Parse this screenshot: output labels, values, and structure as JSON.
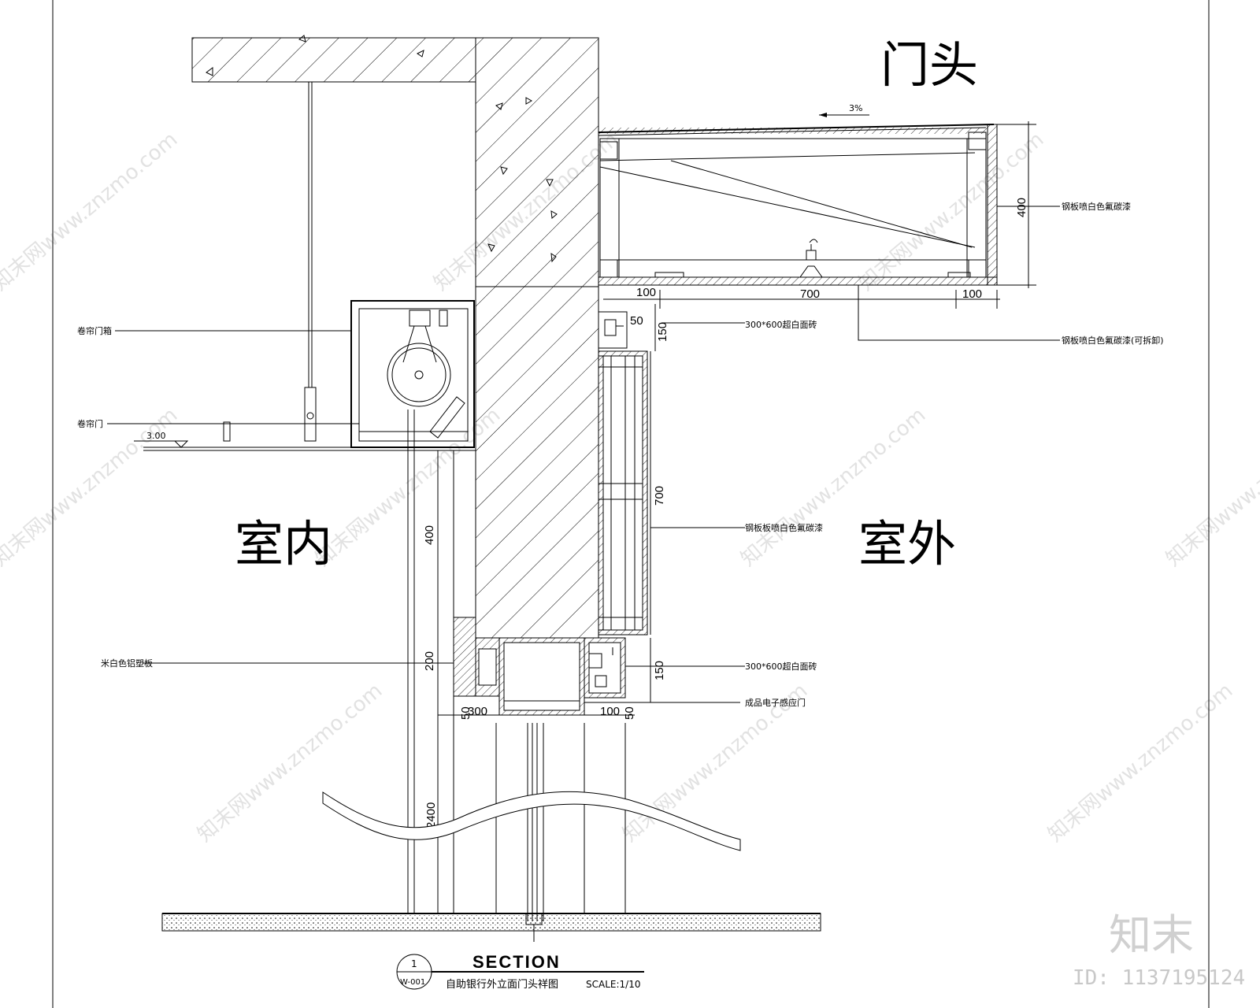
{
  "labels": {
    "mentou": "门头",
    "indoor": "室内",
    "outdoor": "室外",
    "slope": "3%"
  },
  "notes": {
    "juanlian_box": "卷帘门箱",
    "juanlian_door": "卷帘门",
    "elev": "3.00",
    "steel_white_1": "钢板喷白色氟碳漆",
    "tile_1": "300*600超白面砖",
    "steel_white_removable": "钢板喷白色氟碳漆(可拆卸)",
    "steel_white_2": "钢板板喷白色氟碳漆",
    "beige_panel": "米白色铝塑板",
    "tile_2": "300*600超白面砖",
    "sensor_door": "成品电子感应门"
  },
  "dims": {
    "d400_top": "400",
    "d100_a": "100",
    "d700_a": "700",
    "d100_b": "100",
    "d50_a": "50",
    "d150_a": "150",
    "d700_v": "700",
    "d400_v": "400",
    "d200_v": "200",
    "d150_b": "150",
    "d50_b": "50",
    "d300": "300",
    "d100_c": "100",
    "d50_c": "50",
    "d2400": "2400"
  },
  "title_block": {
    "detail_no": "1",
    "sheet_no": "W-001",
    "section": "SECTION",
    "subtitle": "自助银行外立面门头祥图",
    "scale": "SCALE:1/10"
  },
  "watermark": {
    "text": "知末网www.znzmo.com",
    "brand": "知末",
    "id": "ID: 1137195124"
  }
}
